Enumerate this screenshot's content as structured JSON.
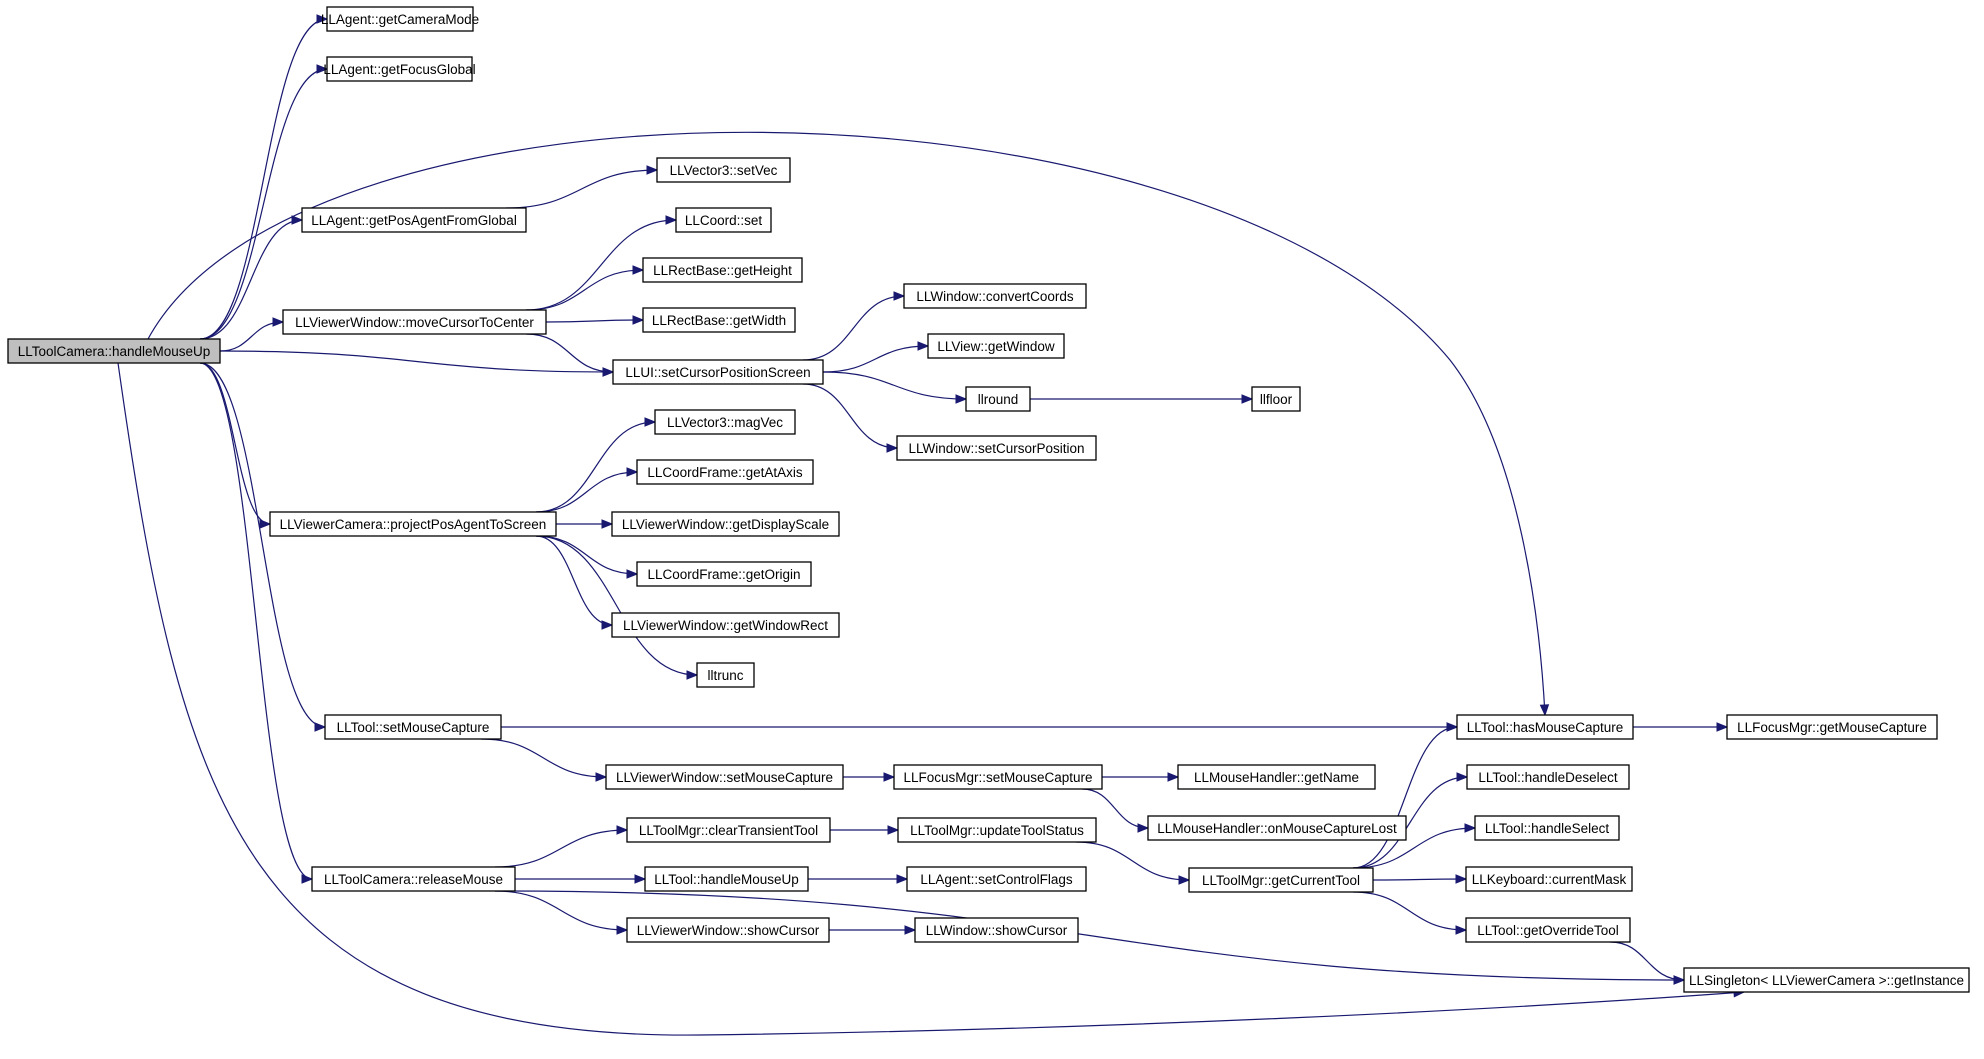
{
  "diagram": {
    "type": "call-graph",
    "edge_color": "#191970",
    "root_fill": "#bfbfbf",
    "nodes": [
      {
        "id": "root",
        "label": "LLToolCamera::handleMouseUp",
        "root": true
      },
      {
        "id": "getCameraMode",
        "label": "LLAgent::getCameraMode"
      },
      {
        "id": "getFocusGlobal",
        "label": "LLAgent::getFocusGlobal"
      },
      {
        "id": "getPosAgentFromGlobal",
        "label": "LLAgent::getPosAgentFromGlobal"
      },
      {
        "id": "setVec",
        "label": "LLVector3::setVec"
      },
      {
        "id": "coordSet",
        "label": "LLCoord::set"
      },
      {
        "id": "getHeight",
        "label": "LLRectBase::getHeight"
      },
      {
        "id": "getWidth",
        "label": "LLRectBase::getWidth"
      },
      {
        "id": "moveCursorToCenter",
        "label": "LLViewerWindow::moveCursorToCenter"
      },
      {
        "id": "convertCoords",
        "label": "LLWindow::convertCoords"
      },
      {
        "id": "getWindow",
        "label": "LLView::getWindow"
      },
      {
        "id": "setCursorPositionScreen",
        "label": "LLUI::setCursorPositionScreen"
      },
      {
        "id": "llround",
        "label": "llround"
      },
      {
        "id": "llfloor",
        "label": "llfloor"
      },
      {
        "id": "setCursorPosition",
        "label": "LLWindow::setCursorPosition"
      },
      {
        "id": "magVec",
        "label": "LLVector3::magVec"
      },
      {
        "id": "getAtAxis",
        "label": "LLCoordFrame::getAtAxis"
      },
      {
        "id": "projectPosAgentToScreen",
        "label": "LLViewerCamera::projectPosAgentToScreen"
      },
      {
        "id": "getDisplayScale",
        "label": "LLViewerWindow::getDisplayScale"
      },
      {
        "id": "getOrigin",
        "label": "LLCoordFrame::getOrigin"
      },
      {
        "id": "getWindowRect",
        "label": "LLViewerWindow::getWindowRect"
      },
      {
        "id": "lltrunc",
        "label": "lltrunc"
      },
      {
        "id": "toolSetMouseCapture",
        "label": "LLTool::setMouseCapture"
      },
      {
        "id": "hasMouseCapture",
        "label": "LLTool::hasMouseCapture"
      },
      {
        "id": "focusGetMouseCapture",
        "label": "LLFocusMgr::getMouseCapture"
      },
      {
        "id": "vwSetMouseCapture",
        "label": "LLViewerWindow::setMouseCapture"
      },
      {
        "id": "focusSetMouseCapture",
        "label": "LLFocusMgr::setMouseCapture"
      },
      {
        "id": "mhGetName",
        "label": "LLMouseHandler::getName"
      },
      {
        "id": "handleDeselect",
        "label": "LLTool::handleDeselect"
      },
      {
        "id": "onMouseCaptureLost",
        "label": "LLMouseHandler::onMouseCaptureLost"
      },
      {
        "id": "clearTransientTool",
        "label": "LLToolMgr::clearTransientTool"
      },
      {
        "id": "updateToolStatus",
        "label": "LLToolMgr::updateToolStatus"
      },
      {
        "id": "handleSelect",
        "label": "LLTool::handleSelect"
      },
      {
        "id": "releaseMouse",
        "label": "LLToolCamera::releaseMouse"
      },
      {
        "id": "toolHandleMouseUp",
        "label": "LLTool::handleMouseUp"
      },
      {
        "id": "setControlFlags",
        "label": "LLAgent::setControlFlags"
      },
      {
        "id": "getCurrentTool",
        "label": "LLToolMgr::getCurrentTool"
      },
      {
        "id": "currentMask",
        "label": "LLKeyboard::currentMask"
      },
      {
        "id": "vwShowCursor",
        "label": "LLViewerWindow::showCursor"
      },
      {
        "id": "wShowCursor",
        "label": "LLWindow::showCursor"
      },
      {
        "id": "getOverrideTool",
        "label": "LLTool::getOverrideTool"
      },
      {
        "id": "getInstance",
        "label": "LLSingleton< LLViewerCamera >::getInstance"
      }
    ],
    "edges": [
      [
        "root",
        "getCameraMode"
      ],
      [
        "root",
        "getFocusGlobal"
      ],
      [
        "root",
        "getPosAgentFromGlobal"
      ],
      [
        "root",
        "hasMouseCapture"
      ],
      [
        "root",
        "moveCursorToCenter"
      ],
      [
        "root",
        "setCursorPositionScreen"
      ],
      [
        "root",
        "projectPosAgentToScreen"
      ],
      [
        "root",
        "toolSetMouseCapture"
      ],
      [
        "root",
        "releaseMouse"
      ],
      [
        "root",
        "getInstance"
      ],
      [
        "getPosAgentFromGlobal",
        "setVec"
      ],
      [
        "moveCursorToCenter",
        "coordSet"
      ],
      [
        "moveCursorToCenter",
        "getHeight"
      ],
      [
        "moveCursorToCenter",
        "getWidth"
      ],
      [
        "moveCursorToCenter",
        "setCursorPositionScreen"
      ],
      [
        "setCursorPositionScreen",
        "convertCoords"
      ],
      [
        "setCursorPositionScreen",
        "getWindow"
      ],
      [
        "setCursorPositionScreen",
        "llround"
      ],
      [
        "setCursorPositionScreen",
        "setCursorPosition"
      ],
      [
        "llround",
        "llfloor"
      ],
      [
        "projectPosAgentToScreen",
        "magVec"
      ],
      [
        "projectPosAgentToScreen",
        "getAtAxis"
      ],
      [
        "projectPosAgentToScreen",
        "getDisplayScale"
      ],
      [
        "projectPosAgentToScreen",
        "getOrigin"
      ],
      [
        "projectPosAgentToScreen",
        "getWindowRect"
      ],
      [
        "projectPosAgentToScreen",
        "lltrunc"
      ],
      [
        "toolSetMouseCapture",
        "hasMouseCapture"
      ],
      [
        "toolSetMouseCapture",
        "vwSetMouseCapture"
      ],
      [
        "hasMouseCapture",
        "focusGetMouseCapture"
      ],
      [
        "vwSetMouseCapture",
        "focusSetMouseCapture"
      ],
      [
        "focusSetMouseCapture",
        "mhGetName"
      ],
      [
        "focusSetMouseCapture",
        "onMouseCaptureLost"
      ],
      [
        "releaseMouse",
        "clearTransientTool"
      ],
      [
        "releaseMouse",
        "toolHandleMouseUp"
      ],
      [
        "releaseMouse",
        "vwShowCursor"
      ],
      [
        "releaseMouse",
        "getInstance"
      ],
      [
        "clearTransientTool",
        "updateToolStatus"
      ],
      [
        "updateToolStatus",
        "getCurrentTool"
      ],
      [
        "toolHandleMouseUp",
        "setControlFlags"
      ],
      [
        "vwShowCursor",
        "wShowCursor"
      ],
      [
        "getCurrentTool",
        "hasMouseCapture"
      ],
      [
        "getCurrentTool",
        "handleDeselect"
      ],
      [
        "getCurrentTool",
        "handleSelect"
      ],
      [
        "getCurrentTool",
        "currentMask"
      ],
      [
        "getCurrentTool",
        "getOverrideTool"
      ],
      [
        "getOverrideTool",
        "getInstance"
      ]
    ]
  }
}
